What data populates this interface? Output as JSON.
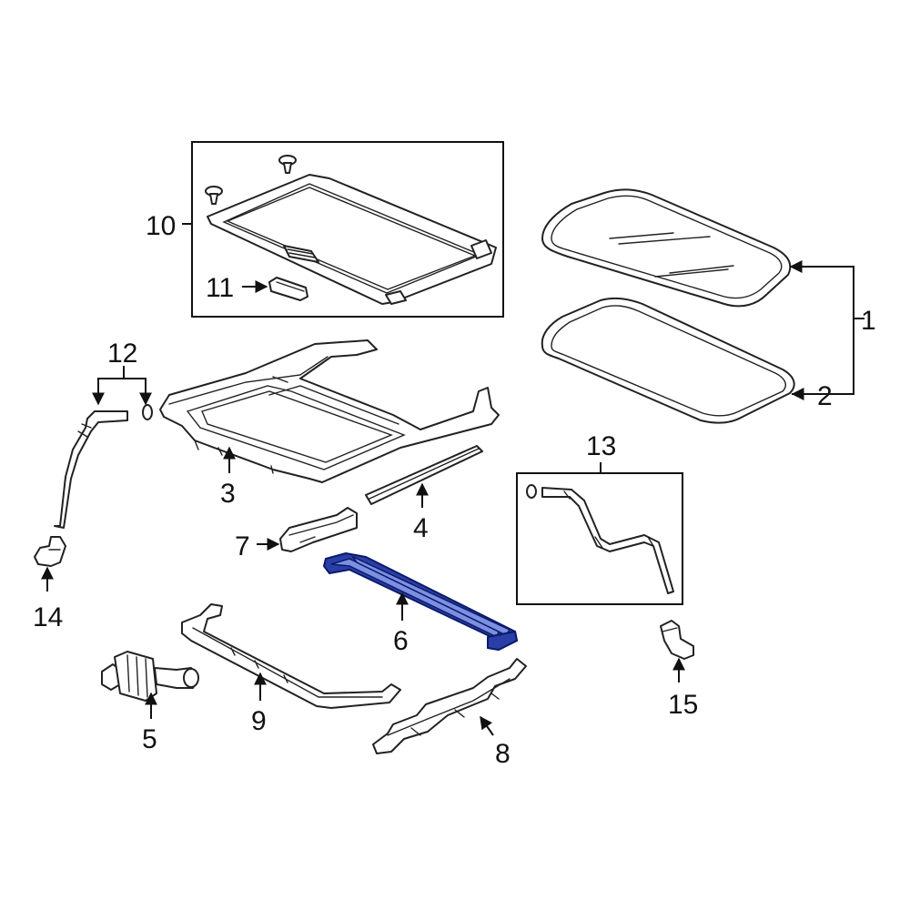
{
  "callouts": {
    "c1": "1",
    "c2": "2",
    "c3": "3",
    "c4": "4",
    "c5": "5",
    "c6": "6",
    "c7": "7",
    "c8": "8",
    "c9": "9",
    "c10": "10",
    "c11": "11",
    "c12": "12",
    "c13": "13",
    "c14": "14",
    "c15": "15"
  },
  "colors": {
    "highlight": "#2a3fa6",
    "line": "#222222",
    "background": "#ffffff"
  }
}
